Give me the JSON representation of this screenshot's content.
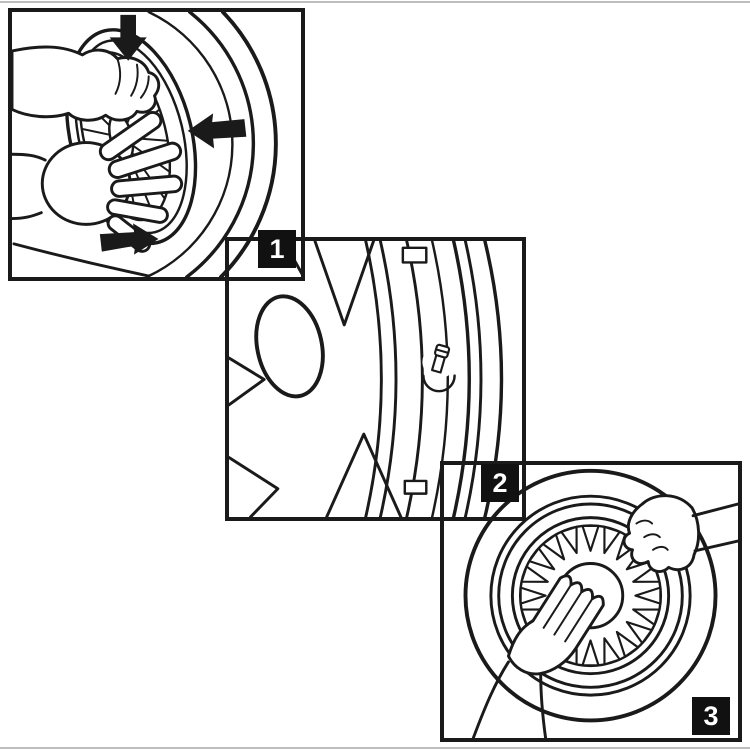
{
  "figure": {
    "type": "wheel-cover-installation-instructions",
    "background": "#ffffff",
    "ink": "#1a1a1a",
    "frame_line_color": "#bdbdbd",
    "badge_bg": "#111111",
    "badge_fg": "#ffffff"
  },
  "steps": [
    {
      "number": "1"
    },
    {
      "number": "2"
    },
    {
      "number": "3"
    }
  ]
}
